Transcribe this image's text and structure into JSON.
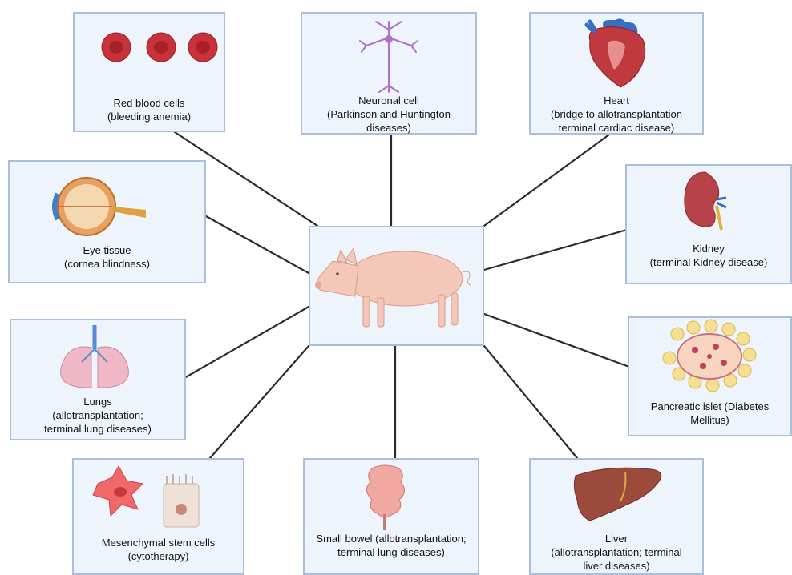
{
  "colors": {
    "box_fill": "#eef4fb",
    "box_border": "#a9bfdc",
    "connector": "#2b2b2b",
    "pig": "#f4c7b8"
  },
  "center": {
    "icon": "pig-icon"
  },
  "nodes": {
    "red_blood_cells": {
      "icon": "red-blood-cells-icon",
      "lines": [
        "Red blood cells",
        "(bleeding anemia)"
      ]
    },
    "neuronal_cell": {
      "icon": "neuron-icon",
      "lines": [
        "Neuronal cell",
        "(Parkinson and Huntington",
        "diseases)"
      ]
    },
    "heart": {
      "icon": "heart-icon",
      "lines": [
        "Heart",
        "(bridge to allotransplantation",
        "terminal cardiac disease)"
      ]
    },
    "eye_tissue": {
      "icon": "eye-icon",
      "lines": [
        "Eye tissue",
        "(cornea blindness)"
      ]
    },
    "kidney": {
      "icon": "kidney-icon",
      "lines": [
        "Kidney",
        "(terminal Kidney disease)"
      ]
    },
    "lungs": {
      "icon": "lungs-icon",
      "lines": [
        "Lungs",
        "(allotransplantation;",
        "terminal lung diseases)"
      ]
    },
    "pancreatic_islet": {
      "icon": "pancreatic-islet-icon",
      "lines": [
        "Pancreatic islet (Diabetes",
        "Mellitus)"
      ]
    },
    "mesenchymal_stem_cells": {
      "icon": "stem-cell-icon",
      "lines": [
        "Mesenchymal stem cells",
        "(cytotherapy)"
      ]
    },
    "small_bowel": {
      "icon": "small-bowel-icon",
      "lines": [
        "Small bowel (allotransplantation;",
        "terminal lung diseases)"
      ]
    },
    "liver": {
      "icon": "liver-icon",
      "lines": [
        "Liver",
        "(allotransplantation; terminal",
        "liver diseases)"
      ]
    }
  }
}
